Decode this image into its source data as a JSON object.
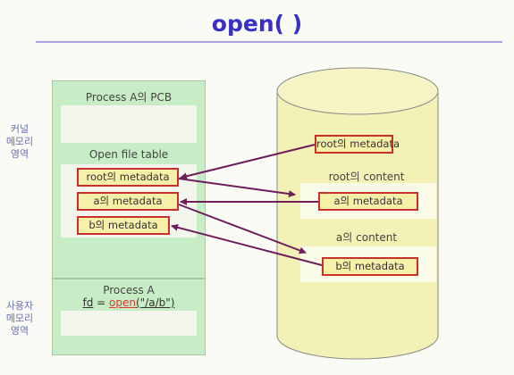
{
  "title": "open( )",
  "labels": {
    "kernel_memory": "커널\n메모리\n영역",
    "user_memory": "사용자\n메모리\n영역"
  },
  "kernel": {
    "pcb_title": "Process A의 PCB",
    "open_file_table_title": "Open file table",
    "entries": [
      "root의 metadata",
      "a의 metadata",
      "b의 metadata"
    ]
  },
  "user": {
    "process_title": "Process A",
    "code_fd": "fd",
    "code_eq": " = ",
    "code_open": "open",
    "code_args": "(\"/a/b\")"
  },
  "disk": {
    "root_metadata": "root의 metadata",
    "root_content": "root의 content",
    "a_metadata": "a의 metadata",
    "a_content": "a의 content",
    "b_metadata": "b의 metadata"
  },
  "colors": {
    "title": "#3a2fc4",
    "memory_box": "#c8ecc6",
    "disk": "#f3f1b5",
    "metadata_fill": "#f7f0a8",
    "metadata_border": "#c8312a",
    "arrow": "#6e1e5a",
    "open_call": "#e0392b"
  }
}
